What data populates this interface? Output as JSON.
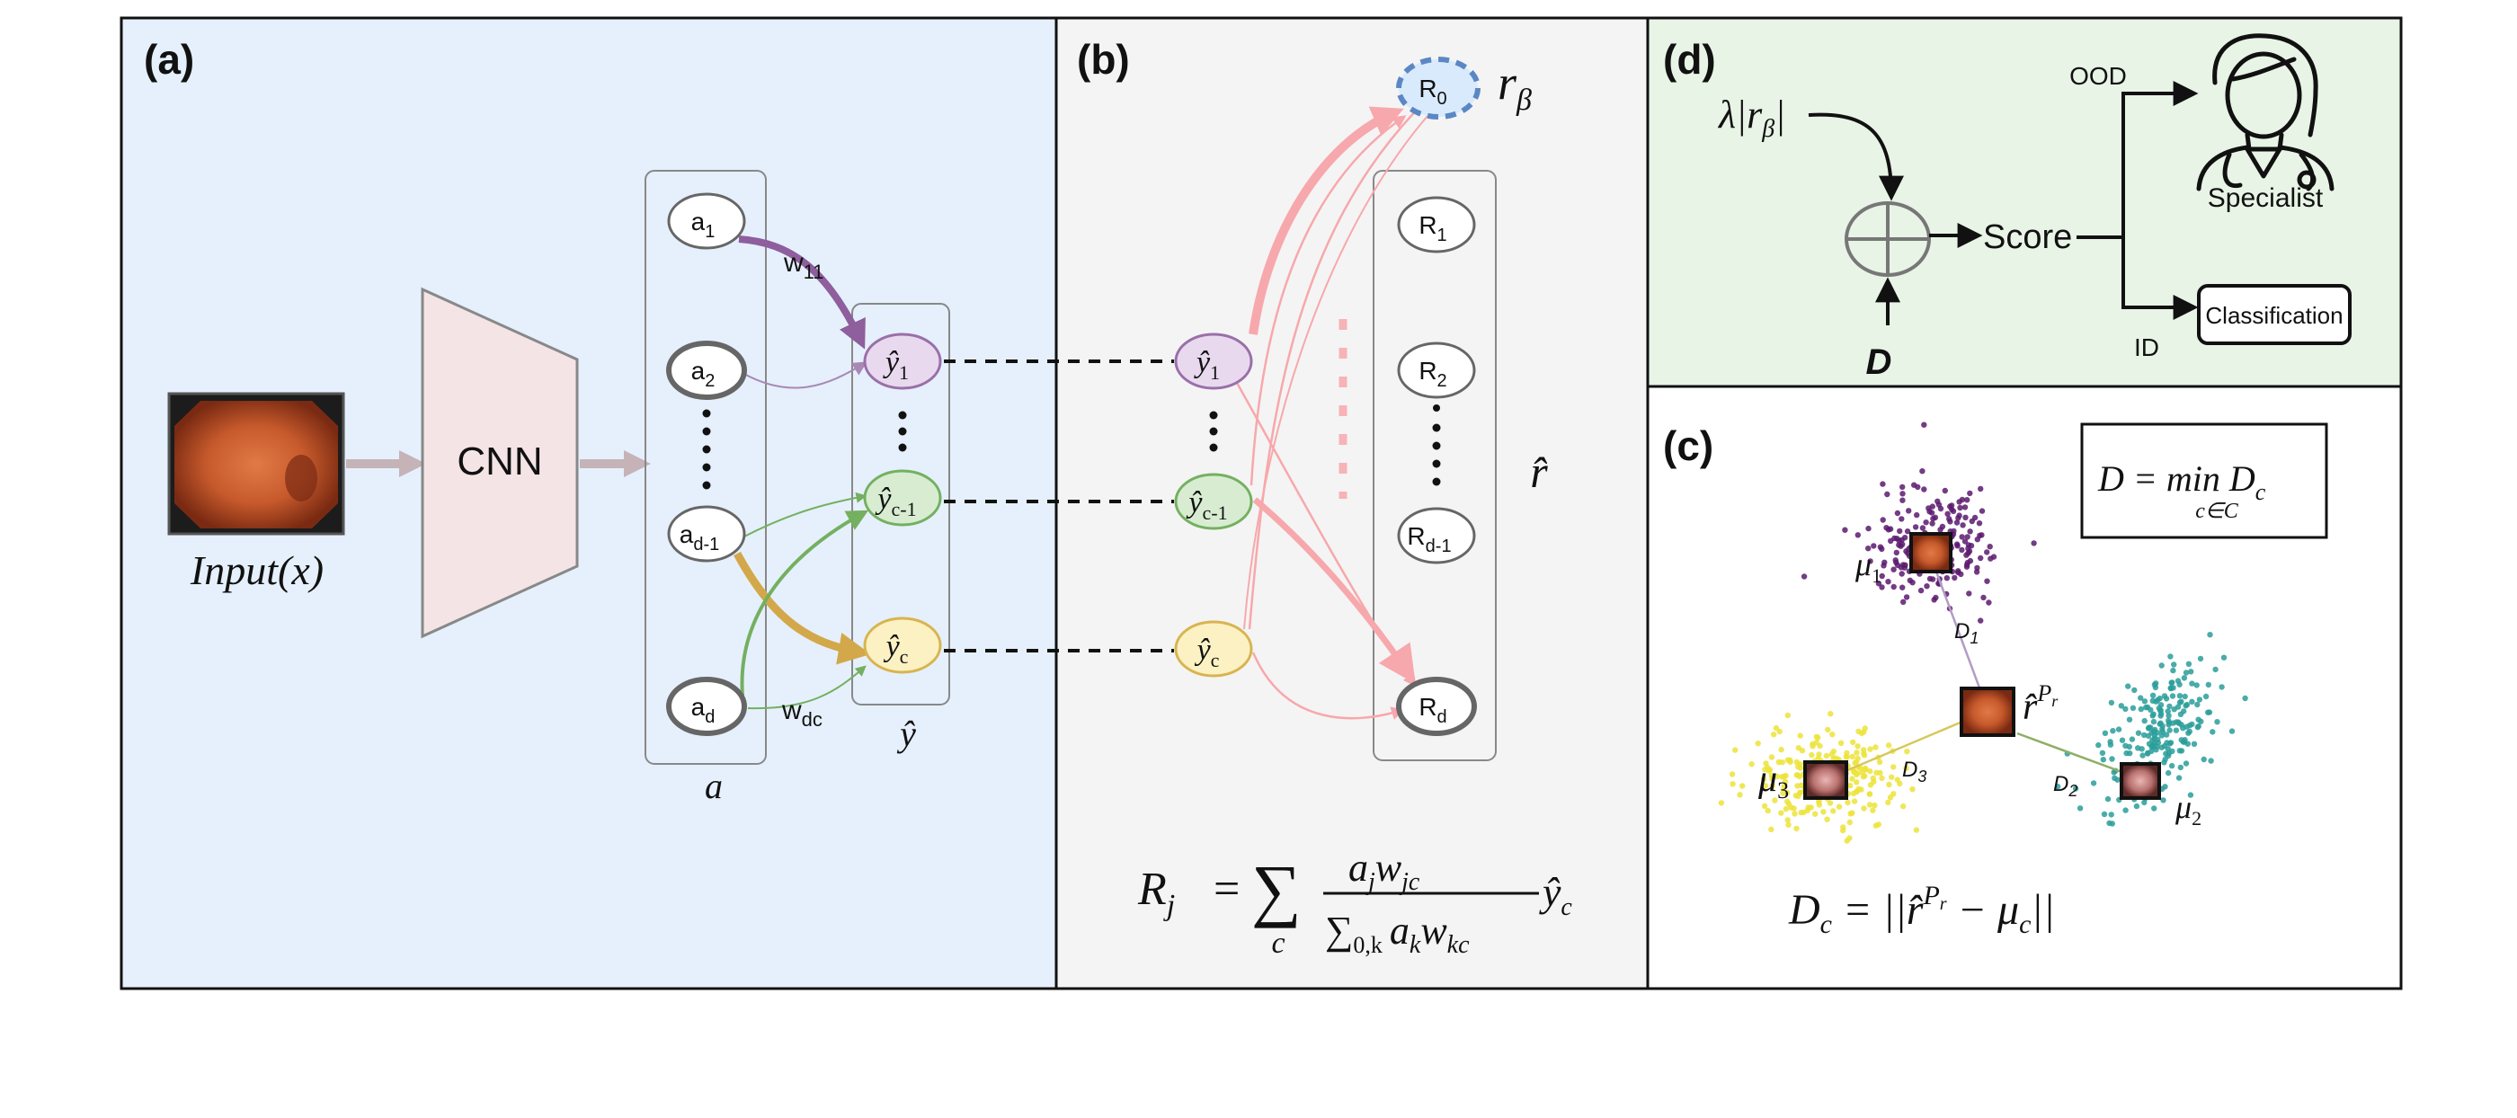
{
  "panels": {
    "a": {
      "tag": "(a)",
      "cnn_label": "CNN",
      "input_label": "Input(x)",
      "activation_nodes": [
        {
          "base": "a",
          "sub": "1"
        },
        {
          "base": "a",
          "sub": "2"
        },
        {
          "base": "a",
          "sub": "d-1"
        },
        {
          "base": "a",
          "sub": "d"
        }
      ],
      "prediction_nodes": [
        {
          "base": "ŷ",
          "sub": "1"
        },
        {
          "base": "ŷ",
          "sub": "c-1"
        },
        {
          "base": "ŷ",
          "sub": "c"
        }
      ],
      "weight_labels": [
        {
          "base": "w",
          "sub": "11"
        },
        {
          "base": "w",
          "sub": "dc"
        }
      ],
      "a_vector_label": "a",
      "yhat_vector_label": "ŷ"
    },
    "b": {
      "tag": "(b)",
      "prediction_nodes": [
        {
          "base": "ŷ",
          "sub": "1"
        },
        {
          "base": "ŷ",
          "sub": "c-1"
        },
        {
          "base": "ŷ",
          "sub": "c"
        }
      ],
      "reject_node": {
        "base": "R",
        "sub": "0"
      },
      "r_beta_label": {
        "base": "r",
        "sub": "β"
      },
      "relevance_nodes": [
        {
          "base": "R",
          "sub": "1"
        },
        {
          "base": "R",
          "sub": "2"
        },
        {
          "base": "R",
          "sub": "d-1"
        },
        {
          "base": "R",
          "sub": "d"
        }
      ],
      "rhat_label": "r̂",
      "formula": {
        "lhs": "R",
        "lhs_sub": "j",
        "eq": "=",
        "sum": "∑",
        "sum_sub": "c",
        "num": "a",
        "num_sub1": "j",
        "num_w": "w",
        "num_sub2": "jc",
        "den_sum": "∑",
        "den_sub": "0,k",
        "den_a": "a",
        "den_sub1": "k",
        "den_w": "w",
        "den_sub2": "kc",
        "tail": "ŷ",
        "tail_sub": "c"
      }
    },
    "c": {
      "tag": "(c)",
      "d_formula": {
        "lhs": "D = min D",
        "lhs_sub": "c",
        "under": "c∈C"
      },
      "dc_formula": {
        "lhs": "D",
        "lhs_sub": "c",
        "rest": " = ||r̂",
        "sup": "P",
        "sup_sub": "r",
        "tail": " − μ",
        "tail_sub": "c",
        "end": "||"
      },
      "mu_labels": [
        {
          "base": "μ",
          "sub": "1"
        },
        {
          "base": "μ",
          "sub": "2"
        },
        {
          "base": "μ",
          "sub": "3"
        }
      ],
      "distance_labels": [
        {
          "base": "D",
          "sub": "1"
        },
        {
          "base": "D",
          "sub": "2"
        },
        {
          "base": "D",
          "sub": "3"
        }
      ],
      "rhat_point_label": {
        "base": "r̂",
        "sup": "P",
        "sup_sub": "r"
      },
      "cluster_colors": [
        "#5b1a6e",
        "#2a9d9a",
        "#ece33a"
      ]
    },
    "d": {
      "tag": "(d)",
      "lambda_label": {
        "pre": "λ|r",
        "sub": "β",
        "post": "|"
      },
      "d_label": "D",
      "score_label": "Score",
      "ood_label": "OOD",
      "id_label": "ID",
      "specialist_label": "Specialist",
      "classification_label": "Classification"
    }
  },
  "colors": {
    "panel_a_bg": "#e5f0fc",
    "panel_b_bg": "#f4f4f4",
    "panel_d_bg": "#e8f4e6",
    "purple_node": "#e8d9ef",
    "purple_edge": "#9a6fa8",
    "green_node": "#d8ecd2",
    "green_edge": "#74b060",
    "yellow_node": "#fbf1c2",
    "yellow_edge": "#d8b450",
    "pink_arrow": "#f7b3b6",
    "r0_fill": "#d8eafb",
    "r0_stroke": "#5b87c4"
  }
}
